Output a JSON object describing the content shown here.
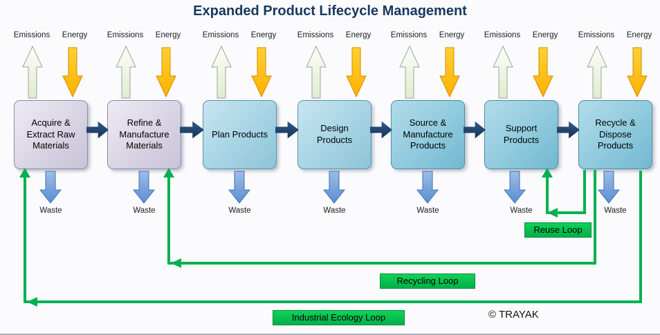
{
  "title": "Expanded Product Lifecycle Management",
  "flow_labels": {
    "emissions": "Emissions",
    "energy": "Energy",
    "waste": "Waste"
  },
  "stages": [
    {
      "label": "Acquire & Extract Raw Materials"
    },
    {
      "label": "Refine & Manufacture Materials"
    },
    {
      "label": "Plan Products"
    },
    {
      "label": "Design Products"
    },
    {
      "label": "Source & Manufacture Products"
    },
    {
      "label": "Support Products"
    },
    {
      "label": "Recycle & Dispose Products"
    }
  ],
  "loops": [
    {
      "label": "Reuse Loop"
    },
    {
      "label": "Recycling Loop"
    },
    {
      "label": "Industrial Ecology Loop"
    }
  ],
  "copyright": "© TRAYAK",
  "colors": {
    "title_text": "#17375E",
    "loop_green": "#00B050",
    "connector_navy": "#1F3C61",
    "energy_orange": "#FFC000",
    "waste_blue": "#6D9FD4",
    "emissions_pale_green": "#EDF3DF",
    "stage_purple": "#D6D2E2",
    "stage_light_blue": "#A6D4E4",
    "stage_teal_blue": "#8FCADD"
  }
}
